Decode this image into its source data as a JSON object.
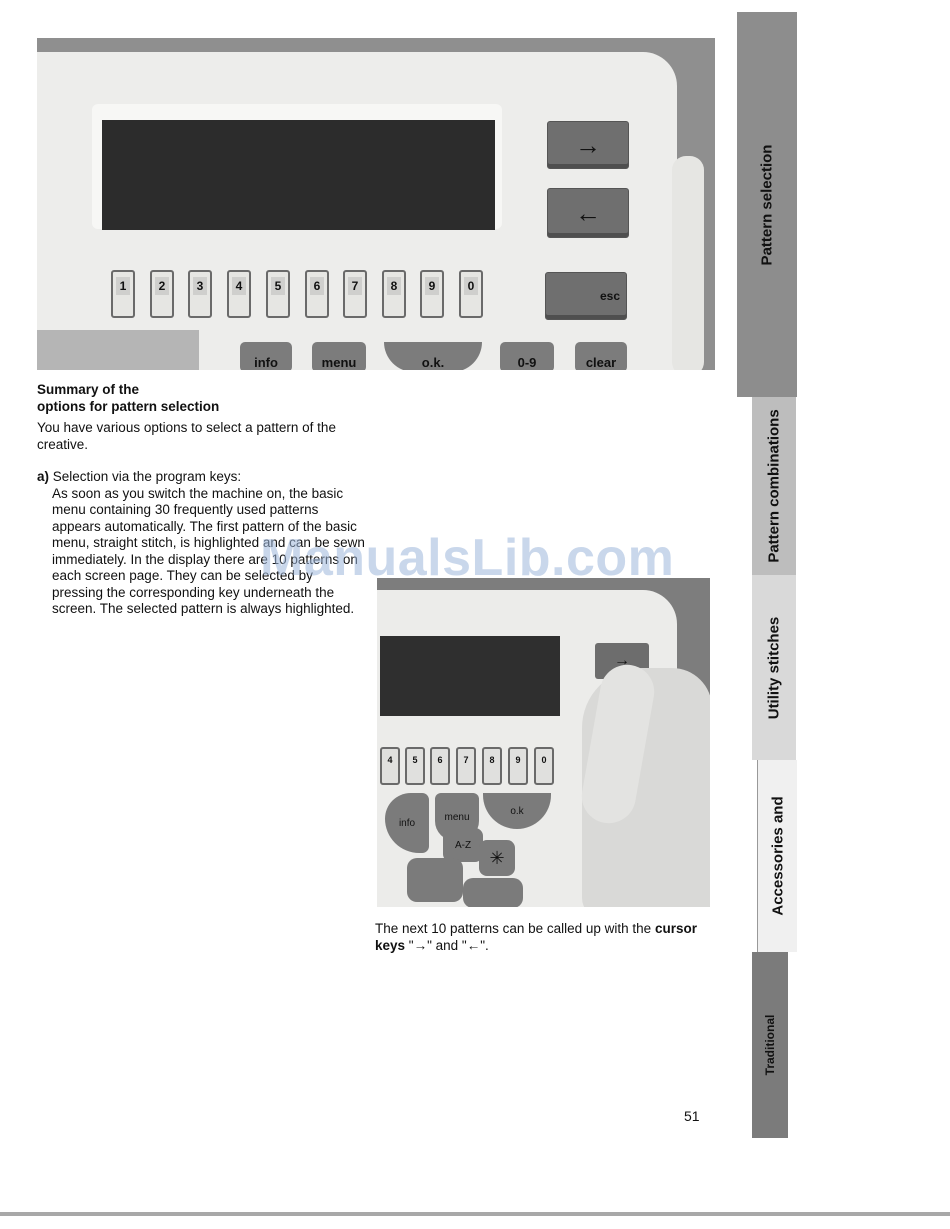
{
  "photo_top": {
    "cursor_right": "→",
    "cursor_left": "←",
    "esc": "esc",
    "number_keys": [
      "1",
      "2",
      "3",
      "4",
      "5",
      "6",
      "7",
      "8",
      "9",
      "0"
    ],
    "function_keys": [
      "info",
      "menu",
      "o.k.",
      "0-9",
      "clear"
    ]
  },
  "summary": {
    "heading_line1": "Summary of the",
    "heading_line2": "options for pattern selection",
    "intro": "You have various options to select a pattern of the creative.",
    "item_a_label": "a)",
    "item_a_title": " Selection via the program keys:",
    "item_a_body": "As soon as you switch the machine on, the basic menu containing 30 frequently used patterns appears automatically. The first pattern of the basic menu, straight stitch, is highlighted and can be sewn immediately. In the display there are 10 patterns on each screen page. They can be selected by pressing the corresponding key underneath the screen. The selected pattern is always highlighted."
  },
  "watermark": "ManualsLib.com",
  "photo_bottom": {
    "cursor_right": "→",
    "number_keys": [
      "4",
      "5",
      "6",
      "7",
      "8",
      "9",
      "0"
    ],
    "keys": [
      "info",
      "menu",
      "o.k",
      "A-Z"
    ]
  },
  "caption": {
    "line_text": "The next 10 patterns can be called up with the ",
    "bold_text": "cursor keys",
    "tail": " \"→\" and \"←\"."
  },
  "page_number": "51",
  "side_tabs": [
    "Pattern selection",
    "Pattern combinations",
    "Utility stitches",
    "Accessories and",
    "Traditional"
  ]
}
